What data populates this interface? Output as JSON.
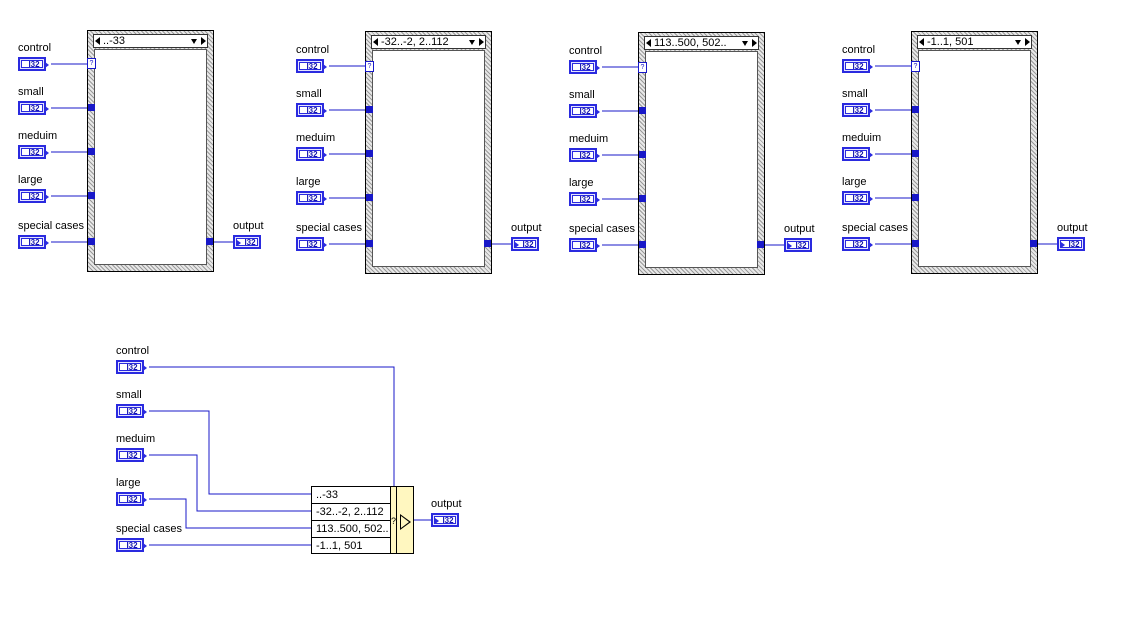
{
  "terminals": {
    "control": "control",
    "small": "small",
    "medium": "meduim",
    "large": "large",
    "special": "special cases",
    "output": "output",
    "type": "I32"
  },
  "cases": [
    {
      "selector": "..-33"
    },
    {
      "selector": "-32..-2, 2..112"
    },
    {
      "selector": "113..500, 502.."
    },
    {
      "selector": "-1..1, 501"
    }
  ],
  "select_node": {
    "rows": [
      "..-33",
      "-32..-2, 2..112",
      "113..500, 502..",
      "-1..1, 501"
    ],
    "question": "?"
  },
  "colors": {
    "wire": "#1818c8",
    "terminal": "#2a2adf",
    "select_fill": "#fff7c0"
  }
}
